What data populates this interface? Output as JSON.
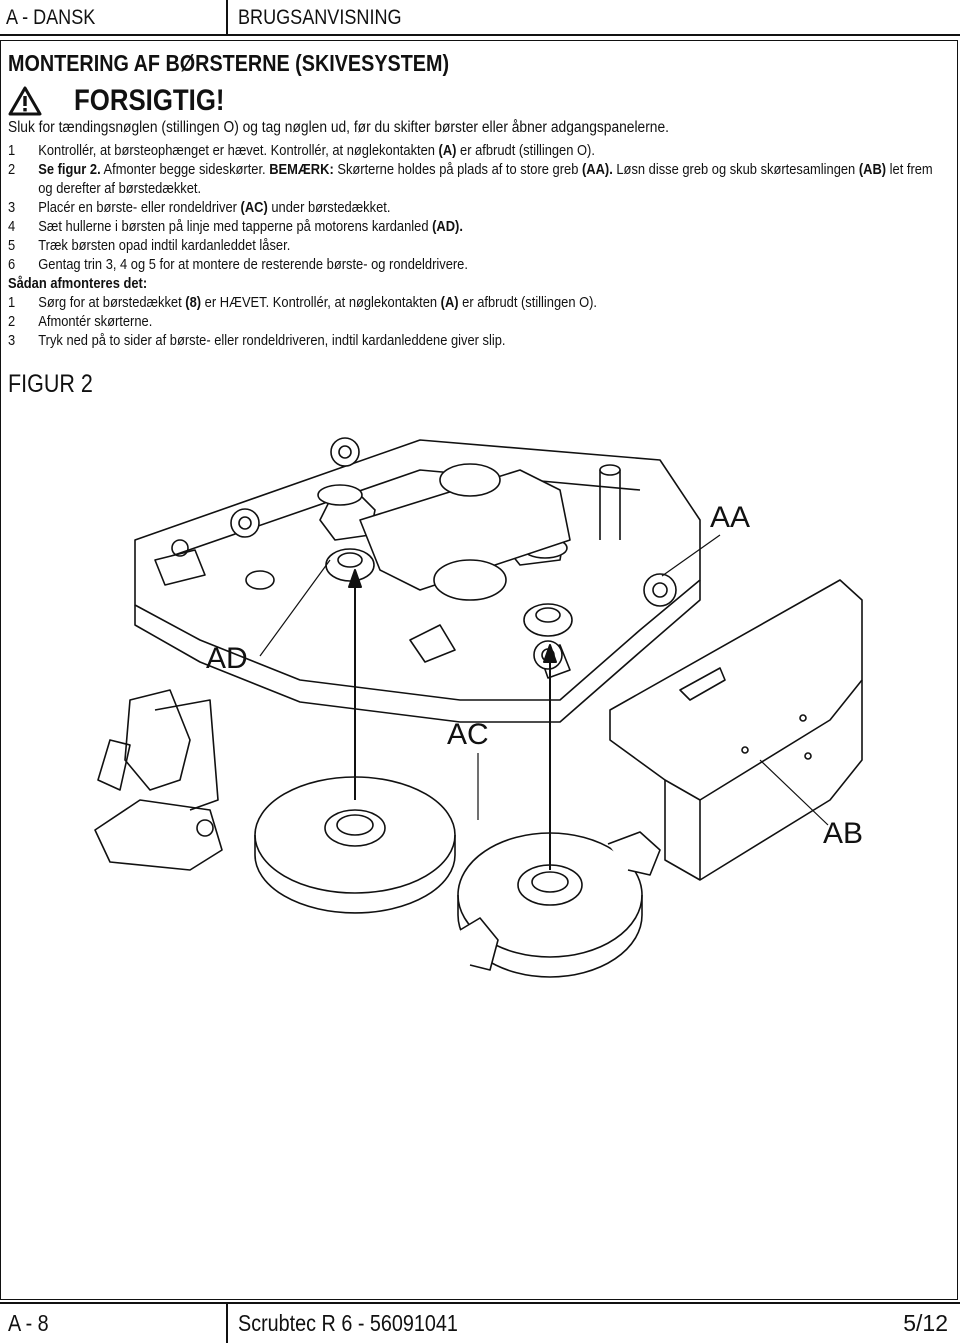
{
  "header": {
    "left": "A - DANSK",
    "right": "BRUGSANVISNING"
  },
  "title": "MONTERING AF BØRSTERNE (SKIVESYSTEM)",
  "warning": {
    "heading": "FORSIGTIG!",
    "text": "Sluk for tændingsnøglen (stillingen O) og tag nøglen ud, før du skifter børster eller åbner adgangspanelerne."
  },
  "steps": [
    {
      "num": "1",
      "parts": [
        {
          "t": "Kontrollér, at børsteophænget er hævet. Kontrollér, at nøglekontakten "
        },
        {
          "t": "(A)",
          "b": true
        },
        {
          "t": " er afbrudt (stillingen O)."
        }
      ]
    },
    {
      "num": "2",
      "parts": [
        {
          "t": "Se figur 2.",
          "b": true
        },
        {
          "t": " Afmonter begge sideskørter. "
        },
        {
          "t": "BEMÆRK:",
          "b": true
        },
        {
          "t": " Skørterne holdes på plads af to store greb "
        },
        {
          "t": "(AA).",
          "b": true
        },
        {
          "t": " Løsn disse greb og skub skørtesamlingen "
        },
        {
          "t": "(AB)",
          "b": true
        },
        {
          "t": " let frem"
        }
      ]
    },
    {
      "num": "",
      "parts": [
        {
          "t": "og derefter af børstedækket."
        }
      ]
    },
    {
      "num": "3",
      "parts": [
        {
          "t": "Placér en børste- eller rondeldriver "
        },
        {
          "t": "(AC)",
          "b": true
        },
        {
          "t": " under børstedækket."
        }
      ]
    },
    {
      "num": "4",
      "parts": [
        {
          "t": "Sæt hullerne i børsten på linje med tapperne på motorens kardanled "
        },
        {
          "t": "(AD).",
          "b": true
        }
      ]
    },
    {
      "num": "5",
      "parts": [
        {
          "t": "Træk børsten opad indtil kardanleddet låser."
        }
      ]
    },
    {
      "num": "6",
      "parts": [
        {
          "t": "Gentag trin 3, 4 og 5 for at montere de resterende børste- og rondeldrivere."
        }
      ]
    }
  ],
  "removal_heading": "Sådan afmonteres det:",
  "removal_steps": [
    {
      "num": "1",
      "parts": [
        {
          "t": "Sørg for at børstedækket "
        },
        {
          "t": "(8)",
          "b": true
        },
        {
          "t": " er HÆVET. Kontrollér, at nøglekontakten "
        },
        {
          "t": "(A)",
          "b": true
        },
        {
          "t": " er afbrudt (stillingen O)."
        }
      ]
    },
    {
      "num": "2",
      "parts": [
        {
          "t": "Afmontér skørterne."
        }
      ]
    },
    {
      "num": "3",
      "parts": [
        {
          "t": "Tryk ned på to sider af børste- eller rondeldriveren, indtil kardanleddene giver slip."
        }
      ]
    }
  ],
  "figure": {
    "title": "FIGUR 2",
    "labels": {
      "aa": "AA",
      "ab": "AB",
      "ac": "AC",
      "ad": "AD"
    }
  },
  "footer": {
    "left": "A - 8",
    "middle": "Scrubtec R 6 - 56091041",
    "right": "5/12"
  }
}
